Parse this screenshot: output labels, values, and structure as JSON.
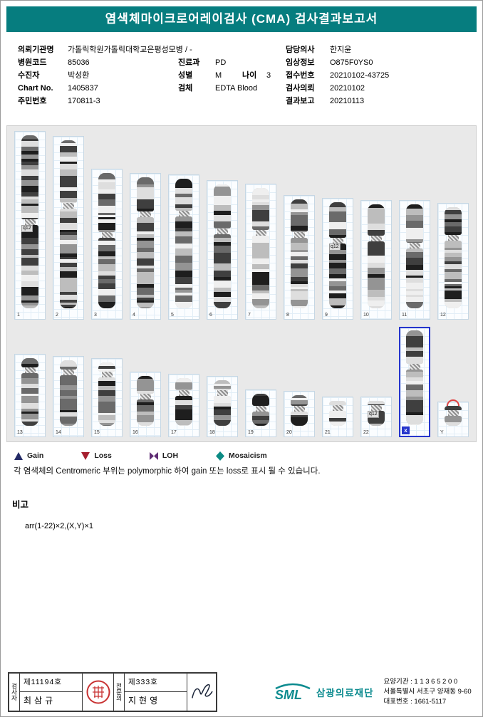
{
  "title": "염색체마이크로어레이검사 (CMA) 검사결과보고서",
  "title_bg": "#067d7f",
  "info": {
    "left": [
      {
        "label": "의뢰기관명",
        "value": "가톨릭학원가톨릭대학교은평성모병 / -"
      },
      {
        "label": "병원코드",
        "value": "85036",
        "label2": "진료과",
        "value2": "PD"
      },
      {
        "label": "수진자",
        "value": "박성환",
        "label2": "성별",
        "value2": "M",
        "label3": "나이",
        "value3": "3"
      },
      {
        "label": "Chart No.",
        "value": "1405837",
        "label2": "검체",
        "value2": "EDTA Blood"
      },
      {
        "label": "주민번호",
        "value": "170811-3"
      }
    ],
    "right": [
      {
        "label": "담당의사",
        "value": "한지윤"
      },
      {
        "label": "임상정보",
        "value": "O875F0YS0"
      },
      {
        "label": "접수번호",
        "value": "20210102-43725"
      },
      {
        "label": "검사의뢰",
        "value": "20210102"
      },
      {
        "label": "결과보고",
        "value": "20210113"
      }
    ]
  },
  "karyotype": {
    "rows": [
      {
        "items": [
          {
            "id": "1",
            "ph": 265,
            "c": 0.5,
            "tag": "q12"
          },
          {
            "id": "2",
            "ph": 258,
            "c": 0.39
          },
          {
            "id": "3",
            "ph": 212,
            "c": 0.46
          },
          {
            "id": "4",
            "ph": 206,
            "c": 0.28
          },
          {
            "id": "5",
            "ph": 204,
            "c": 0.27
          },
          {
            "id": "6",
            "ph": 196,
            "c": 0.38
          },
          {
            "id": "7",
            "ph": 191,
            "c": 0.37
          },
          {
            "id": "8",
            "ph": 175,
            "c": 0.33
          },
          {
            "id": "9",
            "ph": 171,
            "c": 0.36,
            "tag": "q12"
          },
          {
            "id": "10",
            "ph": 168,
            "c": 0.33
          },
          {
            "id": "11",
            "ph": 168,
            "c": 0.4
          },
          {
            "id": "12",
            "ph": 164,
            "c": 0.3
          }
        ]
      },
      {
        "items": [
          {
            "id": "13",
            "ph": 117,
            "c": 0.18
          },
          {
            "id": "14",
            "ph": 114,
            "c": 0.18
          },
          {
            "id": "15",
            "ph": 111,
            "c": 0.19
          },
          {
            "id": "16",
            "ph": 92,
            "c": 0.42
          },
          {
            "id": "17",
            "ph": 89,
            "c": 0.31
          },
          {
            "id": "18",
            "ph": 86,
            "c": 0.28
          },
          {
            "id": "19",
            "ph": 67,
            "c": 0.46
          },
          {
            "id": "20",
            "ph": 65,
            "c": 0.45
          },
          {
            "id": "21",
            "ph": 57,
            "c": 0.28
          },
          {
            "id": "22",
            "ph": 57,
            "c": 0.26,
            "tag": "q12"
          },
          {
            "id": "X",
            "ph": 155,
            "c": 0.38,
            "highlight": true,
            "badge": "x"
          },
          {
            "id": "Y",
            "ph": 50,
            "c": 0.32,
            "marker": "red-cap"
          }
        ]
      }
    ],
    "highlight_color": "#2635cc"
  },
  "legend": {
    "items": [
      {
        "label": "Gain",
        "shape": "triangle-up",
        "color": "#232a66"
      },
      {
        "label": "Loss",
        "shape": "triangle-down",
        "color": "#a51f2f"
      },
      {
        "label": "LOH",
        "shape": "bowtie",
        "color": "#5f2d74"
      },
      {
        "label": "Mosaicism",
        "shape": "diamond",
        "color": "#0c8b84"
      }
    ],
    "note": "각 염색체의 Centromeric 부위는 polymorphic 하여 gain 또는 loss로 표시 될 수 있습니다."
  },
  "remarks": {
    "heading": "비고",
    "text": "arr(1-22)×2,(X,Y)×1"
  },
  "footer": {
    "examiner": {
      "role": "검사자",
      "cert": "제11194호",
      "name": "최삼규"
    },
    "specialist": {
      "role": "전문의",
      "cert": "제333호",
      "name": "지현영"
    },
    "org": {
      "logo": "SML",
      "name": "삼광의료재단",
      "line1": "요양기관 : 1 1 3 6 5 2 0 0",
      "line2": "서울특별시 서초구 양재동 9-60",
      "line3": "대표번호 : 1661-5117",
      "color": "#0c8b8f"
    }
  }
}
